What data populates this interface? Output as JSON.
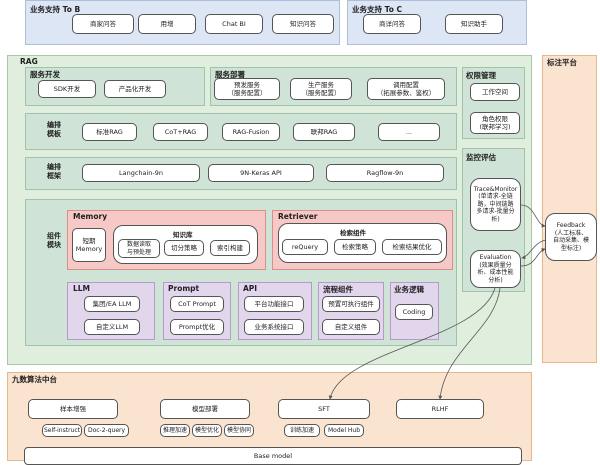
{
  "b_section": {
    "title": "业务支持 To B",
    "items": [
      "商家问答",
      "用增",
      "Chat BI",
      "知识问答"
    ]
  },
  "c_section": {
    "title": "业务支持 To C",
    "items": [
      "商详问答",
      "知识助手"
    ]
  },
  "rag": {
    "title": "RAG",
    "service_dev": {
      "title": "服务开发",
      "items": [
        "SDK开发",
        "产品化开发"
      ]
    },
    "service_deploy": {
      "title": "服务部署",
      "items": [
        "预发服务\n（服务配置）",
        "生产服务\n（服务配置）",
        "调用配置\n（拓展参数、鉴权）"
      ]
    },
    "orchestration_template": {
      "label": "编排\n模板",
      "items": [
        "标准RAG",
        "CoT+RAG",
        "RAG-Fusion",
        "联邦RAG",
        "..."
      ]
    },
    "orchestration_framework": {
      "label": "编排\n框架",
      "items": [
        "Langchain-9n",
        "9N-Keras API",
        "Ragflow-9n"
      ]
    },
    "components": {
      "label": "组件\n模块",
      "memory": {
        "title": "Memory",
        "short_memory": "短期\nMemory",
        "kb_title": "知识库",
        "kb_items": [
          "数据读取\n与预处理",
          "切分策略",
          "索引构建"
        ]
      },
      "retriever": {
        "title": "Retriever",
        "sub_title": "检索组件",
        "items": [
          "reQuery",
          "检索策略",
          "检索结果优化"
        ]
      },
      "llm": {
        "title": "LLM",
        "items": [
          "集团/EA LLM",
          "自定义LLM"
        ]
      },
      "prompt": {
        "title": "Prompt",
        "items": [
          "CoT Prompt",
          "Prompt优化"
        ]
      },
      "api": {
        "title": "API",
        "items": [
          "平台功能接口",
          "业务系统接口"
        ]
      },
      "flow": {
        "title": "流程组件",
        "items": [
          "预置可执行组件",
          "自定义组件"
        ]
      },
      "biz": {
        "title": "业务逻辑",
        "items": [
          "Coding"
        ]
      }
    }
  },
  "permission": {
    "title": "权限管理",
    "items": [
      "工作空间",
      "角色权限\n(联邦学习)"
    ]
  },
  "monitor": {
    "title": "监控评估",
    "trace": "Trace&Monitor\n(单请求-全链\n路，中间链路\n多请求-批量分\n析)",
    "evaluation": "Evaluation\n(效果质量分\n析、成本性能\n分析)"
  },
  "annotation": {
    "title": "标注平台",
    "feedback": "Feedback\n(人工标准、\n自动采集、模\n型标注)"
  },
  "algo": {
    "title": "九数算法中台",
    "groups": [
      {
        "name": "样本增强",
        "items": [
          "Self-instruct",
          "Doc-2-query"
        ]
      },
      {
        "name": "模型部署",
        "items": [
          "推理加速",
          "模型优化",
          "模型协同"
        ]
      },
      {
        "name": "SFT",
        "items": [
          "训练加速",
          "Model Hub"
        ]
      },
      {
        "name": "RLHF",
        "items": []
      }
    ],
    "base_model": "Base model"
  }
}
